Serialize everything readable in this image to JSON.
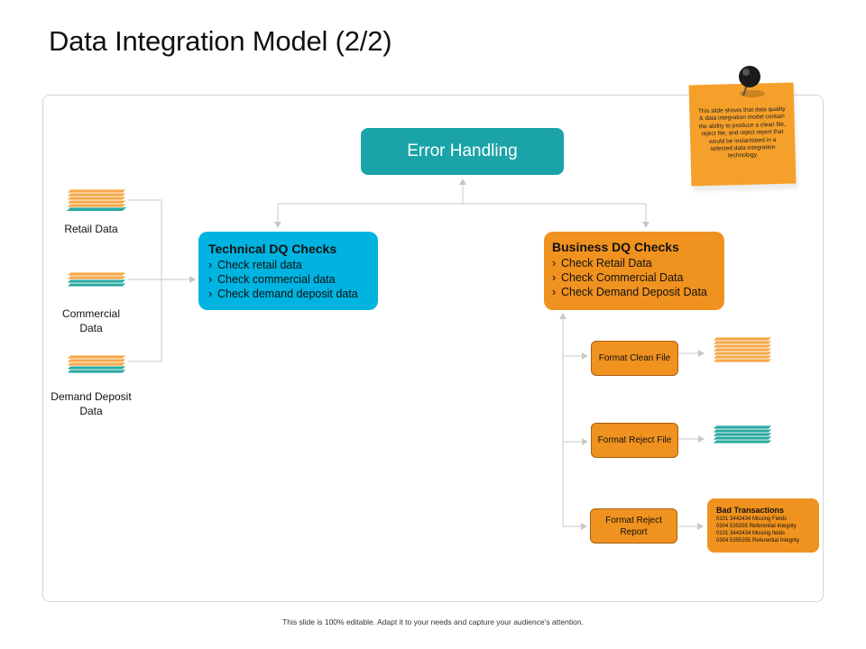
{
  "title": "Data Integration Model (2/2)",
  "error_handling": {
    "label": "Error Handling"
  },
  "technical": {
    "title": "Technical DQ Checks",
    "items": [
      "Check retail data",
      "Check commercial data",
      "Check demand deposit data"
    ]
  },
  "business": {
    "title": "Business DQ Checks",
    "items": [
      "Check Retail Data",
      "Check Commercial Data",
      "Check Demand Deposit Data"
    ]
  },
  "sources": {
    "retail": "Retail Data",
    "commercial": "Commercial Data",
    "demand": "Demand Deposit Data"
  },
  "outputs": {
    "format_clean": "Format Clean File",
    "format_reject_file": "Format Reject File",
    "format_reject_report": "Format Reject Report"
  },
  "bad_transactions": {
    "title": "Bad Transactions",
    "lines": [
      "0101 3443434 Missing Fields",
      "0304 535355 Referential Integrity",
      "0101 3443434 Missing fields",
      "0304 5355355 Referential Integrity"
    ]
  },
  "note": {
    "text": "This slide shows that data quality & data integration model contain the ability to produce a clean file, reject file, and reject report that would be instantiated in a selected data integration technology."
  },
  "footer": "This slide is 100% editable. Adapt it to your needs and capture your audience's attention.",
  "colors": {
    "teal": "#1aa3a8",
    "cyan": "#00b3e0",
    "orange": "#f0921f",
    "layer_orange": "#f5a84a",
    "layer_teal": "#2aa9a0"
  },
  "icons": [
    "pushpin-icon",
    "data-stack-icon"
  ]
}
